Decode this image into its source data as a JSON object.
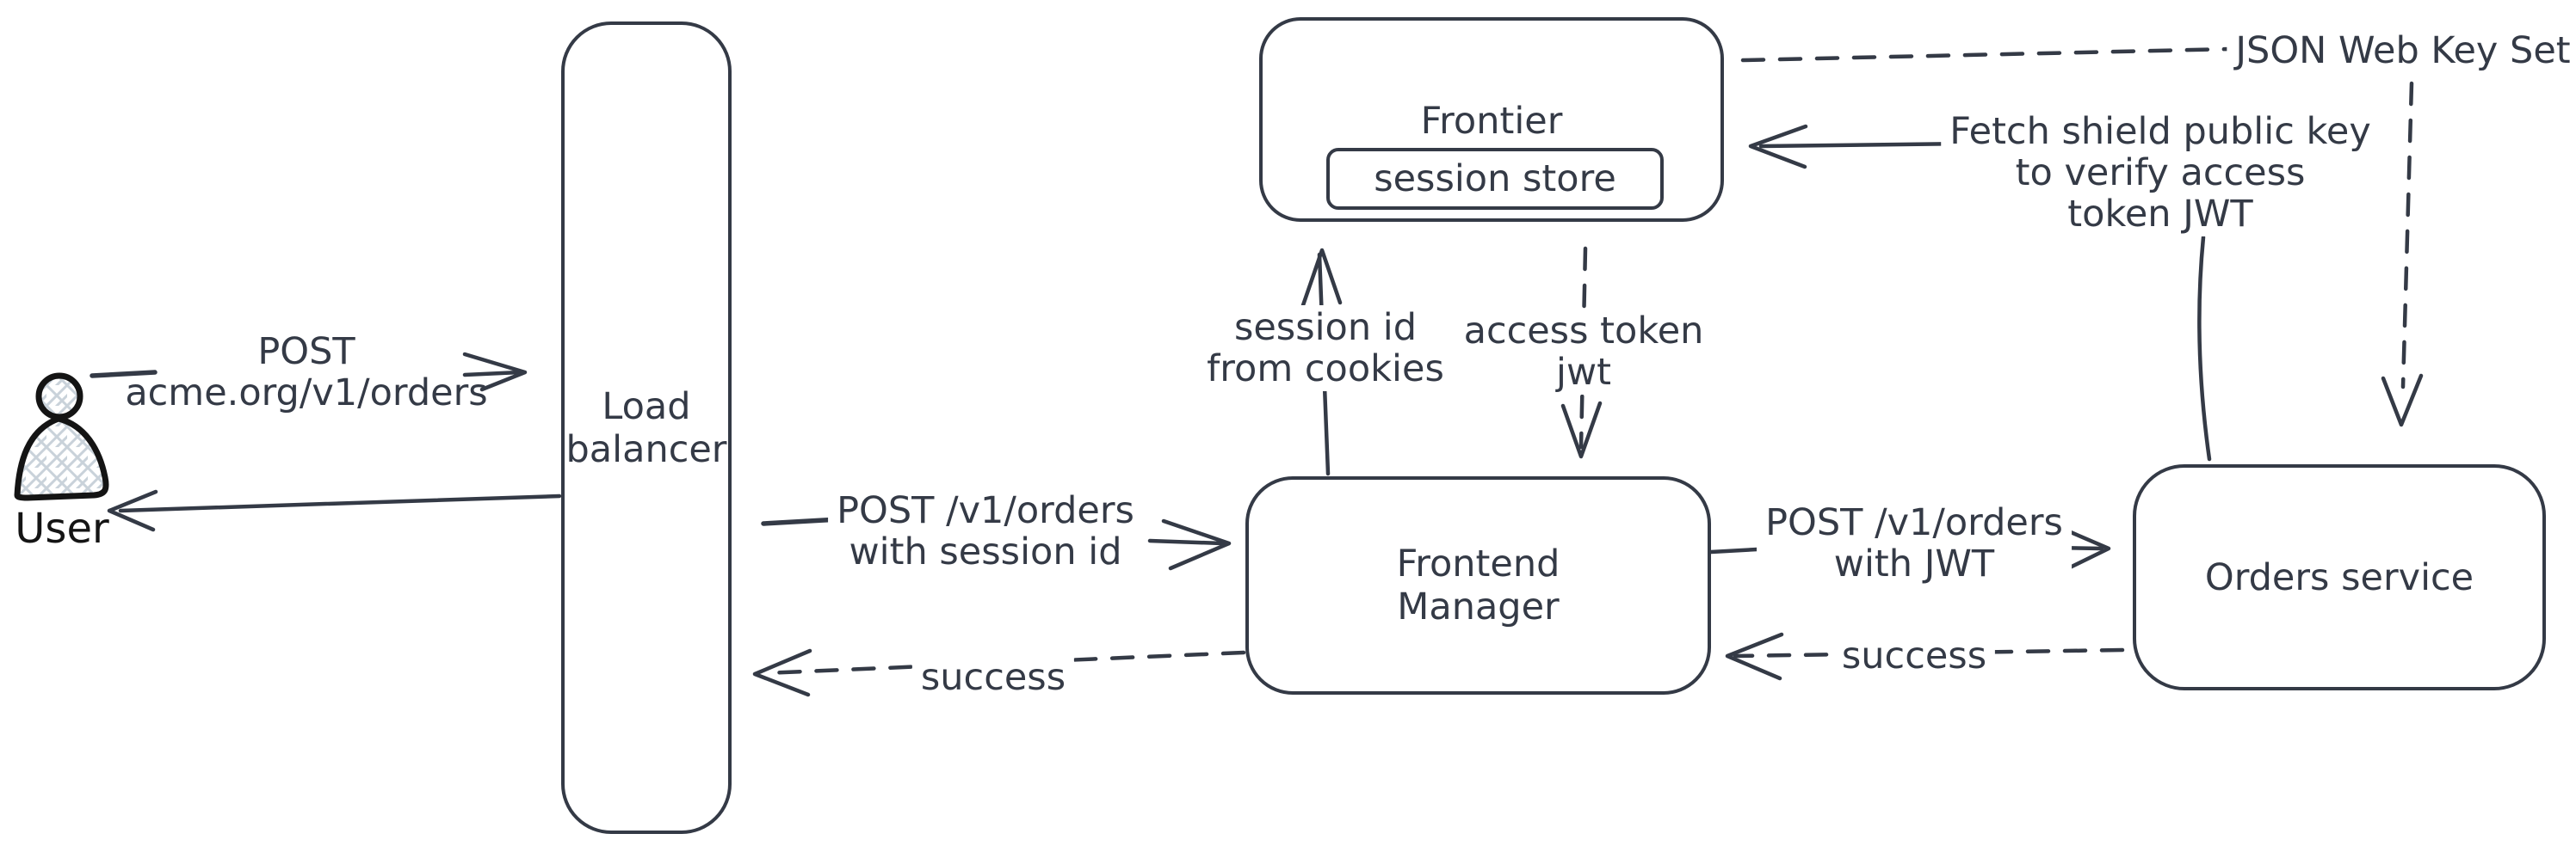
{
  "colors": {
    "stroke": "#343a46",
    "icon": "#141414",
    "hatch": "#c9d2da",
    "background": "#ffffff"
  },
  "nodes": {
    "user": {
      "label": "User"
    },
    "load_balancer": {
      "line1": "Load",
      "line2": "balancer"
    },
    "frontier": {
      "label": "Frontier",
      "session_store": {
        "label": "session store"
      }
    },
    "frontend_manager": {
      "line1": "Frontend",
      "line2": "Manager"
    },
    "orders_service": {
      "label": "Orders service"
    }
  },
  "edges": {
    "user_to_lb": {
      "line1": "POST",
      "line2": "acme.org/v1/orders"
    },
    "lb_to_fm": {
      "line1": "POST /v1/orders",
      "line2": "with session id"
    },
    "fm_to_lb": {
      "label": "success"
    },
    "fm_to_frontier": {
      "line1": "session id",
      "line2": "from cookies"
    },
    "frontier_to_fm": {
      "line1": "access token",
      "line2": "jwt"
    },
    "fm_to_orders": {
      "line1": "POST /v1/orders",
      "line2": "with JWT"
    },
    "orders_to_fm": {
      "label": "success"
    },
    "orders_to_frontier": {
      "line1": "Fetch shield public key",
      "line2": "to verify access",
      "line3": "token JWT"
    },
    "jwks": {
      "label": "JSON Web Key Set"
    }
  }
}
